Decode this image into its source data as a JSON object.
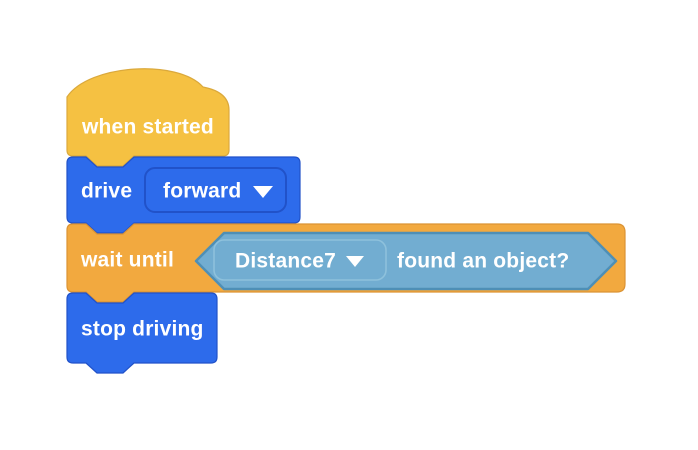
{
  "app": {
    "kind": "block-coding-canvas",
    "background_color": "#FFFFFF"
  },
  "palette": {
    "hat_yellow": "#F5C142",
    "hat_yellow_border": "#DBA93C",
    "action_blue": "#2D6BEB",
    "action_blue_border": "#2152C9",
    "control_orange": "#F2A93F",
    "control_orange_border": "#DB9334",
    "sensing_teal": "#72ADD1",
    "sensing_teal_border": "#4E8FB6",
    "dropdown_light_border": "#8EC1DC",
    "label_text": "#FFFFFF"
  },
  "blocks": {
    "when_started": {
      "label": "when started"
    },
    "drive": {
      "label": "drive",
      "direction_dropdown": {
        "value": "forward",
        "icon": "chevron-down"
      }
    },
    "wait_until": {
      "label": "wait until",
      "condition": {
        "sensor_dropdown": {
          "value": "Distance7",
          "icon": "chevron-down"
        },
        "predicate_label": "found an object?"
      }
    },
    "stop_driving": {
      "label": "stop driving"
    }
  }
}
